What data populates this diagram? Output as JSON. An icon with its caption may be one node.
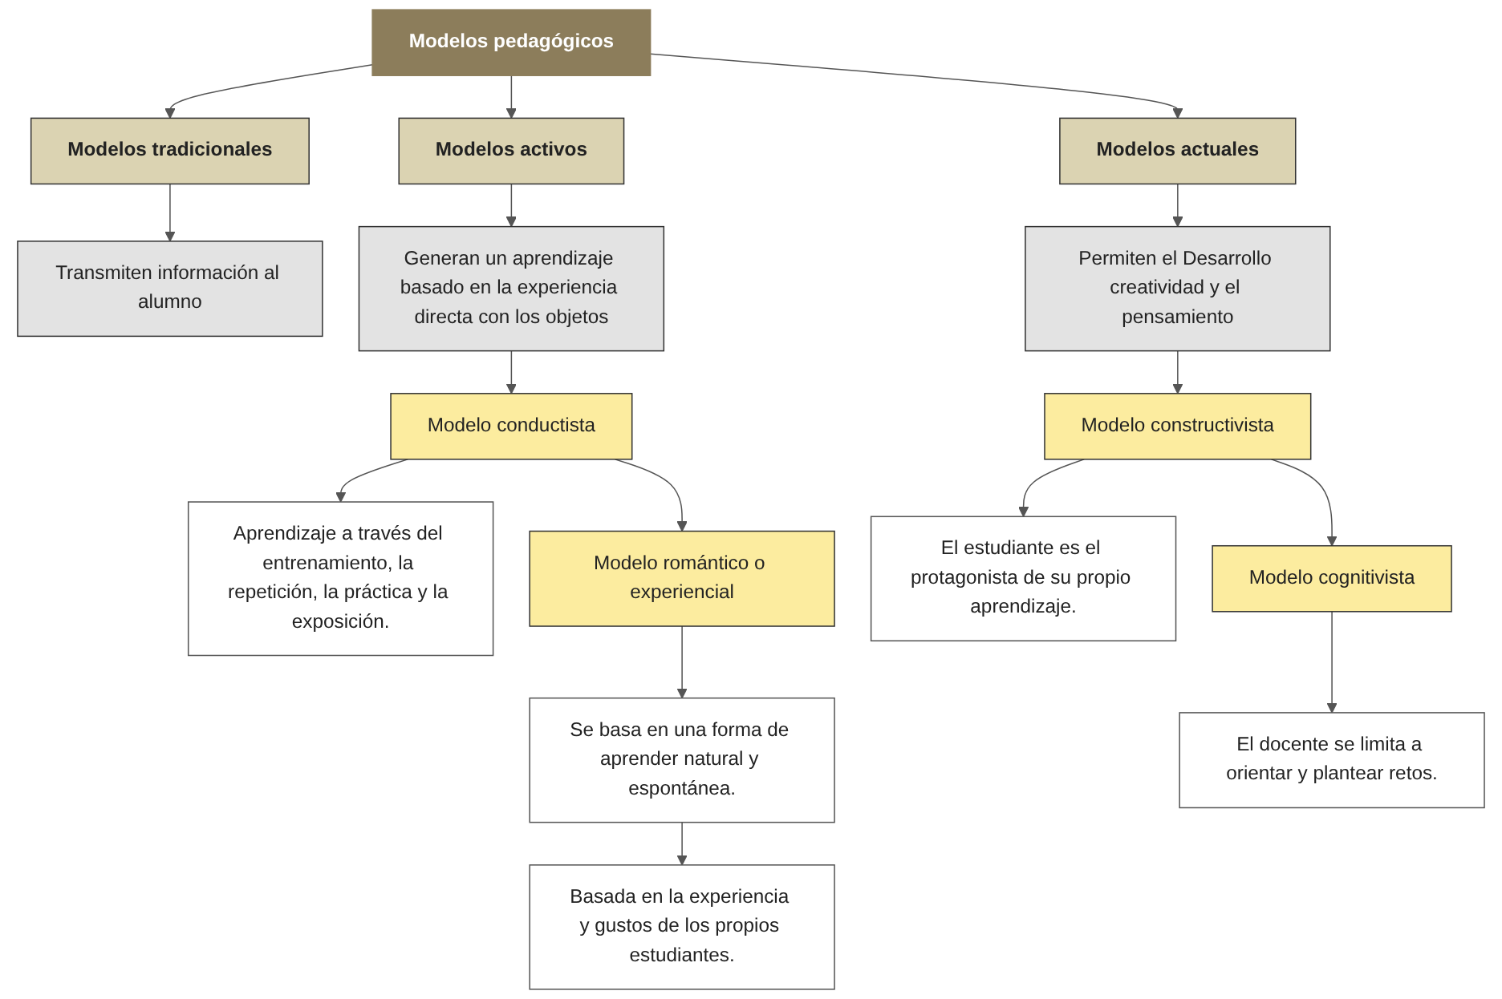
{
  "diagram": {
    "nodes": [
      {
        "text": [
          "Modelos pedagógicos"
        ]
      },
      {
        "text": [
          "Modelos tradicionales"
        ]
      },
      {
        "text": [
          "Modelos activos"
        ]
      },
      {
        "text": [
          "Modelos actuales"
        ]
      },
      {
        "text": [
          "Transmiten información al alumno"
        ]
      },
      {
        "text": [
          "Generan un aprendizaje basado en la experiencia directa con los objetos"
        ]
      },
      {
        "text": [
          "Permiten el Desarrollo creatividad y el pensamiento"
        ]
      },
      {
        "text": [
          "Aprendizaje a través del entrenamiento, la repetición, la práctica y la exposición."
        ]
      },
      {
        "text": [
          "Modelo conductista"
        ]
      },
      {
        "text": [
          "El estudiante es el protagonista de su propio aprendizaje."
        ]
      },
      {
        "text": [
          "Modelo constructivista"
        ]
      },
      {
        "text": [
          "Modelo romántico o experiencial"
        ]
      },
      {
        "text": [
          "Modelo cognitivista"
        ]
      },
      {
        "text": [
          "Basada en la experiencia y gustos de los propios estudiantes."
        ]
      },
      {
        "text": [
          "Se basa en una forma de aprender natural y espontánea."
        ]
      },
      {
        "text": [
          "El docente se limita a orientar y plantear retos."
        ]
      }
    ],
    "edges": [
      {
        "from": 0,
        "to": 1,
        "arrow": "to"
      },
      {
        "from": 0,
        "to": 2,
        "arrow": "to"
      },
      {
        "from": 0,
        "to": 3,
        "arrow": "to"
      },
      {
        "from": 1,
        "to": 4,
        "arrow": "to"
      },
      {
        "from": 2,
        "to": 5,
        "arrow": "to"
      },
      {
        "from": 3,
        "to": 6,
        "arrow": "to"
      },
      {
        "from": 5,
        "to": 8,
        "arrow": "to"
      },
      {
        "from": 8,
        "to": 7,
        "arrow": "to"
      },
      {
        "from": 8,
        "to": 11,
        "arrow": "to"
      },
      {
        "from": 11,
        "to": 14,
        "arrow": "to"
      },
      {
        "from": 14,
        "to": 13,
        "arrow": "to"
      },
      {
        "from": 6,
        "to": 10,
        "arrow": "to"
      },
      {
        "from": 10,
        "to": 9,
        "arrow": "to"
      },
      {
        "from": 10,
        "to": 12,
        "arrow": "to"
      },
      {
        "from": 12,
        "to": 15,
        "arrow": "to"
      }
    ]
  }
}
